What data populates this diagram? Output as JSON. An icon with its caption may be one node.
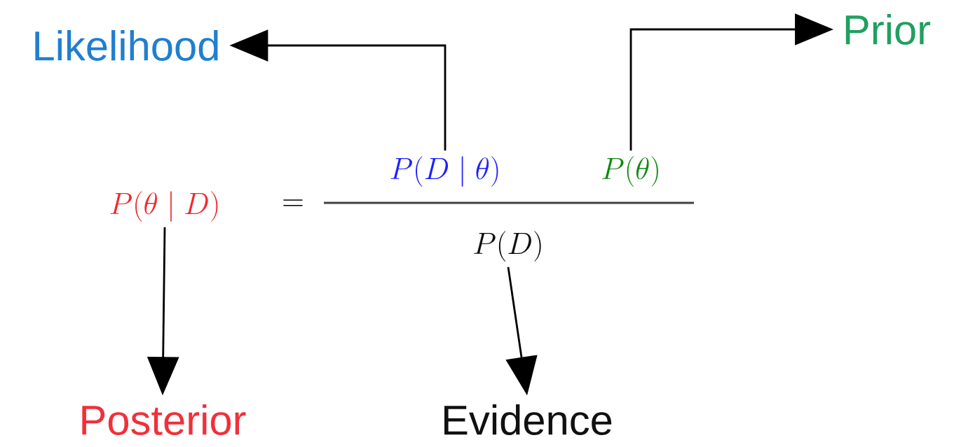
{
  "diagram": {
    "nodes": [
      {
        "text": [
          "Likelihood"
        ]
      },
      {
        "text": [
          "Prior"
        ]
      },
      {
        "text": [
          "P(\\theta\\mid D)"
        ]
      },
      {
        "text": [
          "P(D\\mid\\theta)"
        ]
      },
      {
        "text": [
          "P(\\theta)"
        ]
      },
      {
        "text": [
          "P(D)"
        ]
      },
      {
        "text": [
          "Posterior"
        ]
      },
      {
        "text": [
          "Evidence"
        ]
      }
    ],
    "edges": [
      {
        "from": 3,
        "to": 0,
        "arrow": "to"
      },
      {
        "from": 4,
        "to": 1,
        "arrow": "to"
      },
      {
        "from": 2,
        "to": 6,
        "arrow": "to"
      },
      {
        "from": 5,
        "to": 7,
        "arrow": "to"
      }
    ],
    "labels": [
      "="
    ]
  }
}
